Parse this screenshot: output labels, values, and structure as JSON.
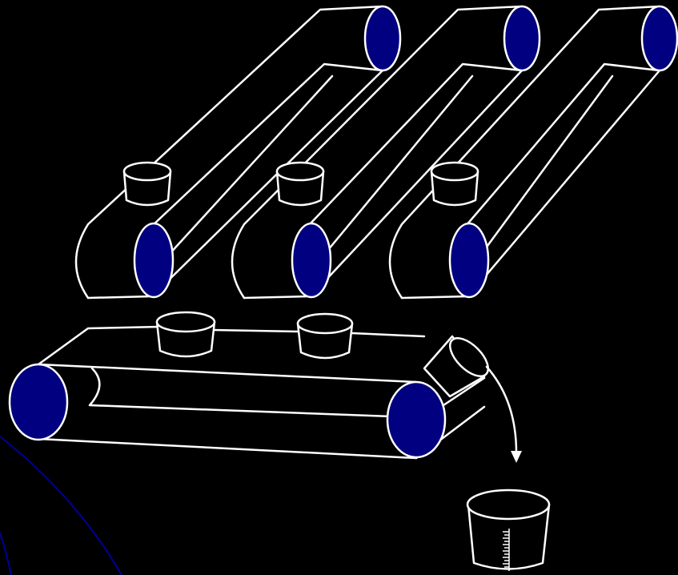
{
  "colors": {
    "background": "#000000",
    "outline": "#ffffff",
    "roller_fill": "#000080",
    "accent_line": "#000099"
  },
  "diagram": {
    "upper_conveyors": 3,
    "cups_on_upper_conveyors": 3,
    "cups_on_lower_conveyor": 2,
    "tipping_cup": 1,
    "measuring_beaker": {
      "has_scale_markings": true
    }
  }
}
